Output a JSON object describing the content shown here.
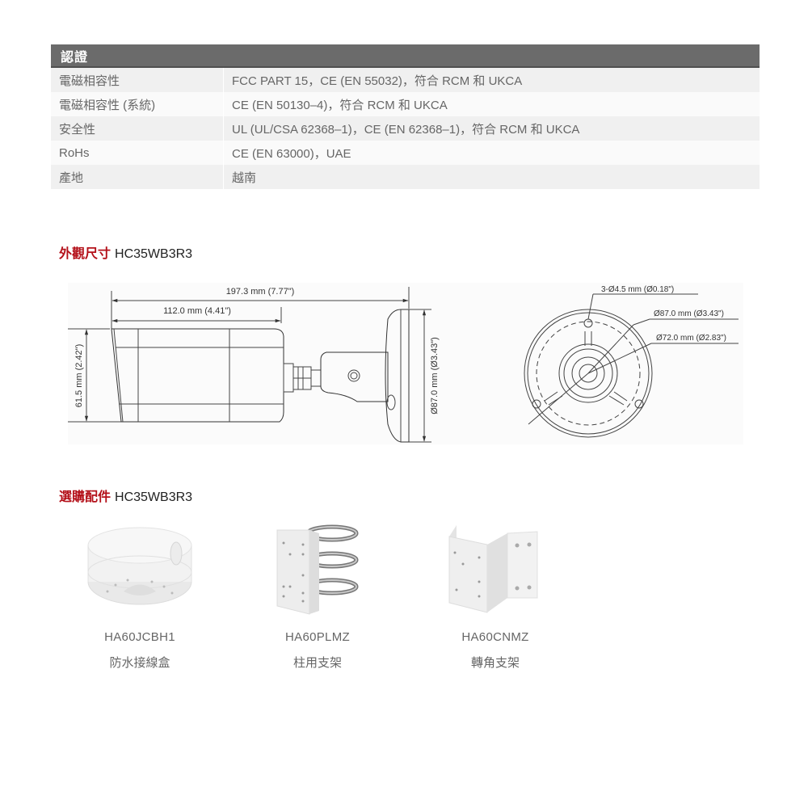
{
  "spec_table": {
    "header": "認證",
    "rows": [
      {
        "key": "電磁相容性",
        "value": "FCC PART 15，CE (EN 55032)，符合 RCM 和 UKCA"
      },
      {
        "key": "電磁相容性 (系統)",
        "value": "CE (EN 50130–4)，符合 RCM 和 UKCA"
      },
      {
        "key": "安全性",
        "value": "UL (UL/CSA 62368–1)，CE (EN 62368–1)，符合 RCM 和 UKCA"
      },
      {
        "key": "RoHs",
        "value": "CE (EN 63000)，UAE"
      },
      {
        "key": "產地",
        "value": "越南"
      }
    ]
  },
  "dimensions": {
    "title_accent": "外觀尺寸",
    "title_model": "HC35WB3R3",
    "side_view": {
      "total_length": "197.3 mm (7.77\")",
      "body_length": "112.0 mm (4.41\")",
      "body_height": "61.5 mm (2.42\")",
      "base_diameter": "Ø87.0 mm (Ø3.43\")"
    },
    "base_view": {
      "holes": "3-Ø4.5 mm (Ø0.18\")",
      "outer_diameter": "Ø87.0 mm (Ø3.43\")",
      "hole_circle_diameter": "Ø72.0 mm (Ø2.83\")"
    }
  },
  "accessories": {
    "title_accent": "選購配件",
    "title_model": "HC35WB3R3",
    "items": [
      {
        "model": "HA60JCBH1",
        "name": "防水接線盒",
        "icon": "junction-box-icon"
      },
      {
        "model": "HA60PLMZ",
        "name": "柱用支架",
        "icon": "pole-mount-icon"
      },
      {
        "model": "HA60CNMZ",
        "name": "轉角支架",
        "icon": "corner-mount-icon"
      }
    ]
  },
  "colors": {
    "accent_red": "#b4111a",
    "table_header": "#6b6b6b",
    "row_odd": "#f0f0f0",
    "row_even": "#fafafa"
  }
}
